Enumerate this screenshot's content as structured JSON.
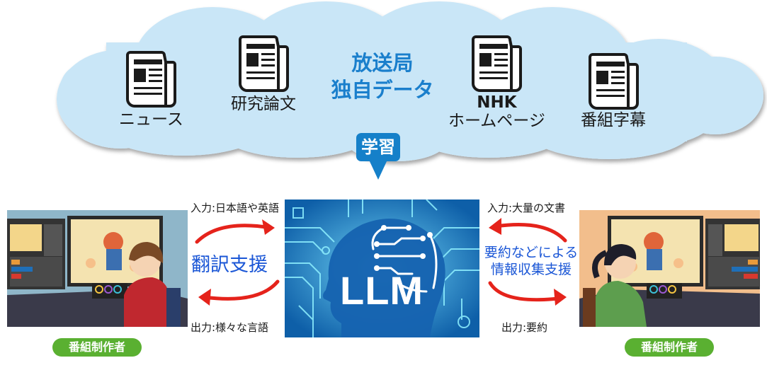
{
  "cloud": {
    "title_line1": "放送局",
    "title_line2": "独自データ",
    "items": [
      {
        "icon": "newspaper-icon",
        "label": "ニュース"
      },
      {
        "icon": "newspaper-icon",
        "label": "研究論文"
      },
      {
        "icon": "newspaper-icon",
        "label_line1": "NHK",
        "label_line2": "ホームページ"
      },
      {
        "icon": "newspaper-icon",
        "label": "番組字幕"
      }
    ],
    "learn_badge": "学習",
    "colors": {
      "cloud_fill": "#c9e6f7",
      "title": "#1a7fcc",
      "badge": "#1580c9"
    }
  },
  "center": {
    "llm_label": "LLM"
  },
  "left": {
    "input_label": "入力:日本語や英語",
    "support_label": "翻訳支援",
    "output_label": "出力:様々な言語",
    "person_badge": "番組制作者"
  },
  "right": {
    "input_label": "入力:大量の文書",
    "support_line1": "要約などによる",
    "support_line2": "情報収集支援",
    "output_label": "出力:要約",
    "person_badge": "番組制作者"
  },
  "colors": {
    "arrow": "#e5231b",
    "support_text": "#1a56d6",
    "person_badge": "#5ab031"
  }
}
